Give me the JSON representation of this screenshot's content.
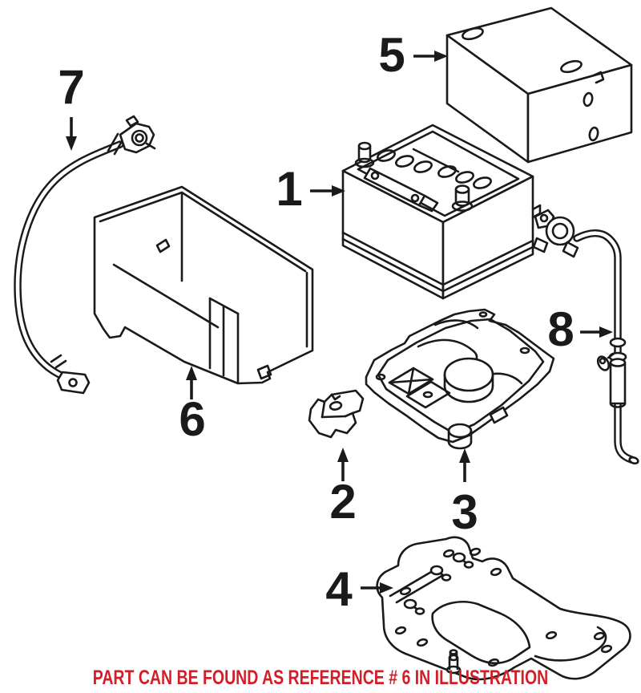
{
  "figure": {
    "background": "#ffffff",
    "line_color": "#1a1a1a"
  },
  "callouts": [
    {
      "number": "1",
      "part": "battery"
    },
    {
      "number": "2",
      "part": "battery-hold-down-clamp"
    },
    {
      "number": "3",
      "part": "battery-tray"
    },
    {
      "number": "4",
      "part": "battery-support-bracket"
    },
    {
      "number": "5",
      "part": "battery-cover"
    },
    {
      "number": "6",
      "part": "battery-insulation-box"
    },
    {
      "number": "7",
      "part": "negative-battery-cable"
    },
    {
      "number": "8",
      "part": "positive-battery-cable"
    }
  ],
  "footer": {
    "text": "PART CAN BE FOUND AS REFERENCE # 6 IN ILLUSTRATION",
    "color": "#d01f28"
  }
}
